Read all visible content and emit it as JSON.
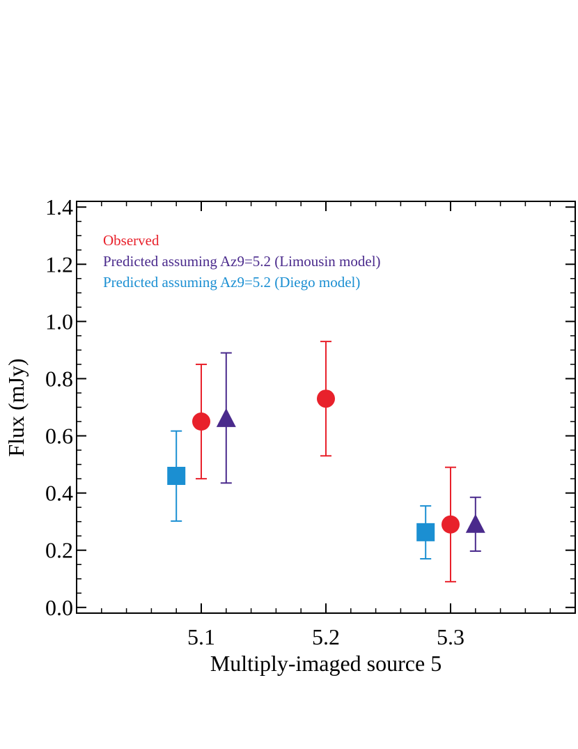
{
  "chart_data": {
    "type": "scatter",
    "xlabel": "Multiply-imaged source 5",
    "ylabel": "Flux (mJy)",
    "xlim": [
      5.0,
      5.4
    ],
    "ylim": [
      -0.02,
      1.42
    ],
    "xticks": [
      {
        "value": 5.1,
        "label": "5.1"
      },
      {
        "value": 5.2,
        "label": "5.2"
      },
      {
        "value": 5.3,
        "label": "5.3"
      }
    ],
    "yticks": [
      {
        "value": 0.0,
        "label": "0.0"
      },
      {
        "value": 0.2,
        "label": "0.2"
      },
      {
        "value": 0.4,
        "label": "0.4"
      },
      {
        "value": 0.6,
        "label": "0.6"
      },
      {
        "value": 0.8,
        "label": "0.8"
      },
      {
        "value": 1.0,
        "label": "1.0"
      },
      {
        "value": 1.2,
        "label": "1.2"
      },
      {
        "value": 1.4,
        "label": "1.4"
      }
    ],
    "grid": false,
    "legend_position": "top-left",
    "series": [
      {
        "name": "Observed",
        "color": "#e8212b",
        "marker": "circle",
        "points": [
          {
            "x": 5.1,
            "y": 0.65,
            "err_low": 0.45,
            "err_high": 0.85
          },
          {
            "x": 5.2,
            "y": 0.73,
            "err_low": 0.53,
            "err_high": 0.93
          },
          {
            "x": 5.3,
            "y": 0.29,
            "err_low": 0.09,
            "err_high": 0.49
          }
        ]
      },
      {
        "name": "Predicted assuming Az9=5.2 (Limousin model)",
        "color": "#4a2a8c",
        "marker": "triangle",
        "points": [
          {
            "x": 5.12,
            "y": 0.66,
            "err_low": 0.435,
            "err_high": 0.89
          },
          {
            "x": 5.32,
            "y": 0.29,
            "err_low": 0.197,
            "err_high": 0.385
          }
        ]
      },
      {
        "name": "Predicted assuming Az9=5.2 (Diego model)",
        "color": "#1b8fd2",
        "marker": "square",
        "points": [
          {
            "x": 5.08,
            "y": 0.46,
            "err_low": 0.302,
            "err_high": 0.617
          },
          {
            "x": 5.28,
            "y": 0.263,
            "err_low": 0.17,
            "err_high": 0.355
          }
        ]
      }
    ]
  }
}
